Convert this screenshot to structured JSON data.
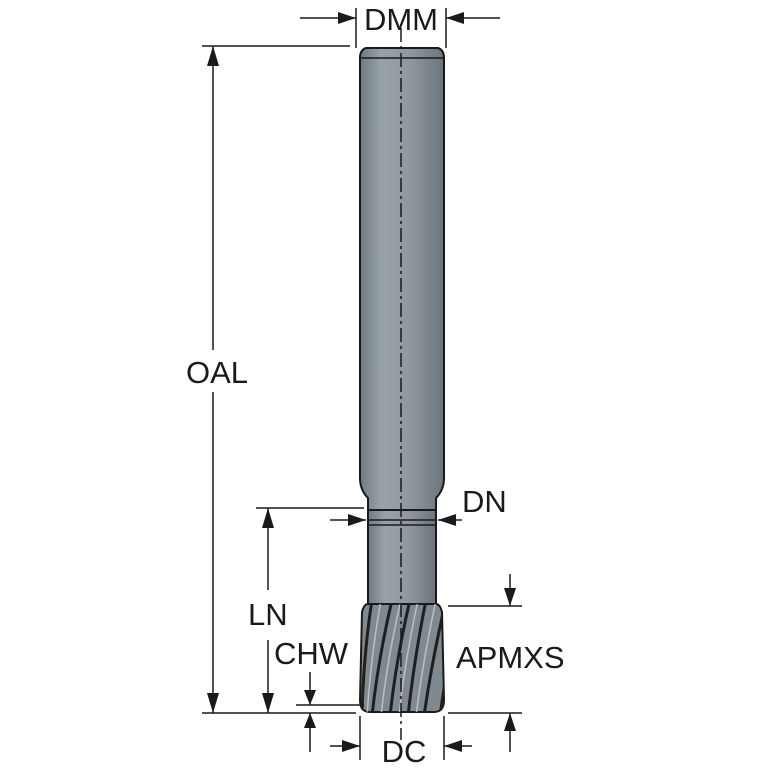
{
  "diagram": {
    "labels": {
      "dmm": "DMM",
      "oal": "OAL",
      "dn": "DN",
      "ln": "LN",
      "chw": "CHW",
      "apmxs": "APMXS",
      "dc": "DC"
    },
    "colors": {
      "shank": "#8f9aa1",
      "shank_dark": "#6b757b",
      "flute": "#7d878d",
      "outline": "#1a1a1a",
      "background": "#ffffff"
    }
  }
}
